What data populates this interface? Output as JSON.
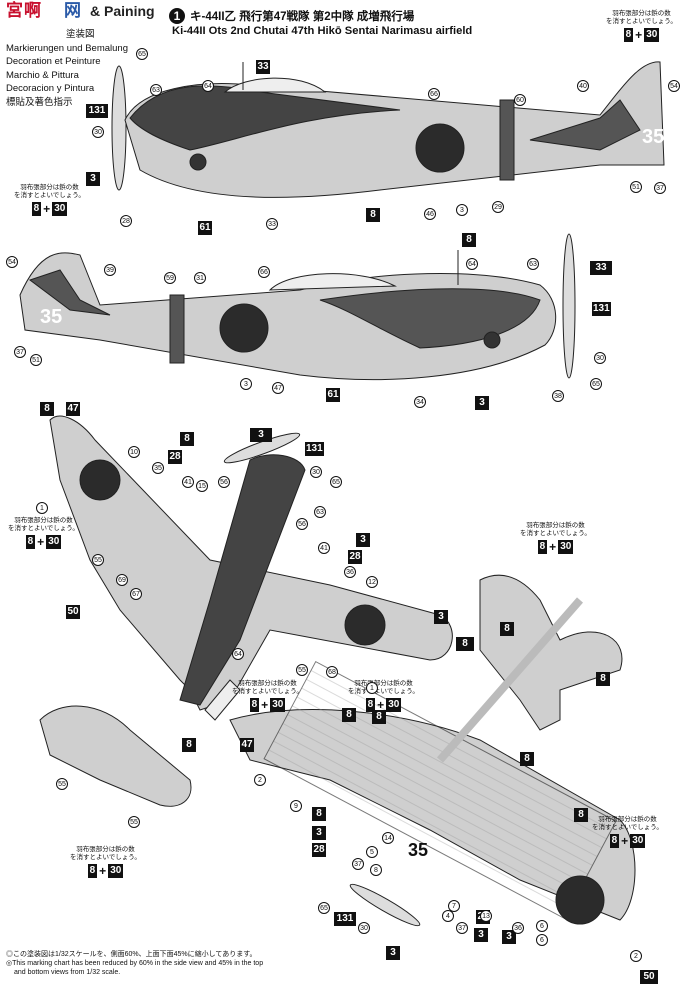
{
  "brand": {
    "logo_left": "宮啊",
    "logo_right": "网",
    "jp_suffix": "& Paining"
  },
  "header": {
    "lines": [
      "塗装図",
      "Markierungen und Bemalung",
      "Decoration et Peinture",
      "Marchio & Pittura",
      "Decoracion y Pintura",
      "標貼及著色指示"
    ],
    "marking_number": "1",
    "title_jp": "キ-44II乙 飛行第47戦隊 第2中隊 成増飛行場",
    "title_en": "Ki-44II Ots 2nd Chutai 47th Hikō Sentai Narimasu airfield"
  },
  "note": {
    "text_line1": "羽布張部分は鋲の数",
    "text_line2": "を消すとよいでしょう。",
    "combo_a": "8",
    "combo_plus": "+",
    "combo_b": "30"
  },
  "tail_code": "35",
  "hinomaru_color": "#2b2b2b",
  "callouts": {
    "black": [
      "33",
      "131",
      "3",
      "61",
      "8",
      "8",
      "33",
      "131",
      "3",
      "61",
      "8",
      "47",
      "8",
      "28",
      "3",
      "131",
      "3",
      "28",
      "3",
      "8",
      "50",
      "47",
      "8",
      "8",
      "8",
      "8",
      "8",
      "8",
      "8",
      "3",
      "28",
      "3",
      "131",
      "3",
      "8",
      "3",
      "28",
      "50"
    ],
    "circled": [
      "65",
      "63",
      "64",
      "66",
      "60",
      "40",
      "54",
      "37",
      "51",
      "29",
      "46",
      "30",
      "28",
      "33",
      "3",
      "54",
      "39",
      "59",
      "31",
      "66",
      "64",
      "63",
      "37",
      "51",
      "3",
      "47",
      "34",
      "38",
      "65",
      "30",
      "10",
      "35",
      "41",
      "15",
      "56",
      "1",
      "55",
      "69",
      "67",
      "64",
      "55",
      "68",
      "1",
      "56",
      "41",
      "36",
      "12",
      "63",
      "65",
      "30",
      "2",
      "9",
      "55",
      "55",
      "14",
      "5",
      "37",
      "6",
      "4",
      "7",
      "13",
      "65",
      "30",
      "36",
      "6",
      "37",
      "8",
      "2"
    ]
  },
  "footer": {
    "line1": "◎この塗装図は1/32スケールを、側面60%、上面下面45%に縮小してあります。",
    "line2": "◎This marking chart has been reduced by 60% in the side view and 45% in the top",
    "line3": "and bottom views from 1/32 scale."
  }
}
